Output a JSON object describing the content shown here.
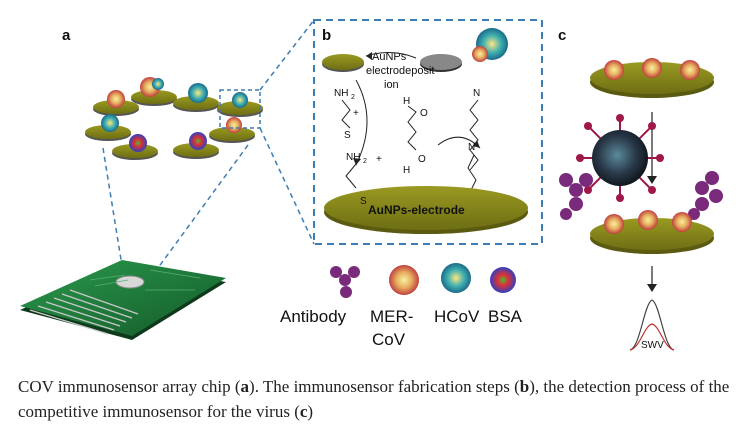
{
  "panels": {
    "a": "a",
    "b": "b",
    "c": "c"
  },
  "panel_b": {
    "top_label": "AuNPs",
    "top_label_2": "electrodeposit",
    "top_label_3": "ion",
    "nh2": "NH",
    "sub2": "2",
    "plus": "+",
    "s": "S",
    "n": "N",
    "h": "H",
    "o": "O",
    "electrode_label": "AuNPs-electrode"
  },
  "panel_c": {
    "swv": "SWV"
  },
  "legend": {
    "antibody": "Antibody",
    "mers_line1": "MER-",
    "mers_line2": "CoV",
    "hcov": "HCoV",
    "bsa": "BSA"
  },
  "caption": {
    "part1": "COV immunosensor array chip (",
    "a": "a",
    "part2": "). The immunosensor fabrication steps (",
    "b": "b",
    "part3": "), the detection process of the competitive immunosensor for the virus (",
    "c": "c",
    "part4": ")"
  },
  "colors": {
    "electrode": "#8a8a1c",
    "dashed_box": "#3c7db5",
    "chip_green": "#1f7a3c",
    "antibody": "#7a2a7a",
    "virus": "#a0174a"
  }
}
